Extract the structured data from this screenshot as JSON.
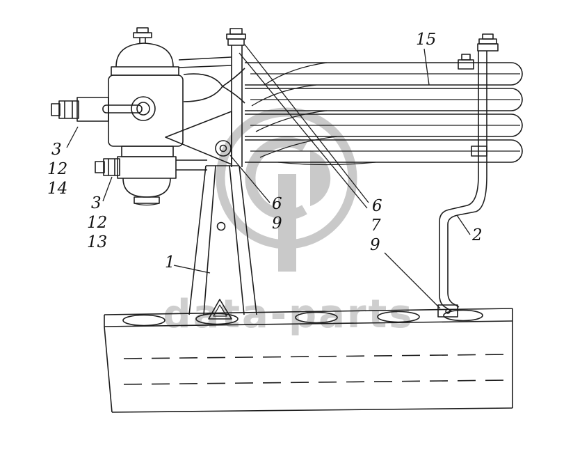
{
  "watermark": {
    "text": "data-parts"
  },
  "callouts": {
    "top_right": "15",
    "left_upper": [
      "3",
      "12",
      "14"
    ],
    "left_lower": [
      "3",
      "12",
      "13"
    ],
    "center": [
      "6",
      "9"
    ],
    "mid_right": [
      "6",
      "7",
      "9"
    ],
    "pipe_right": "2",
    "bracket": "1"
  },
  "colors": {
    "line": "#1c1c1c",
    "watermark": "#c9c9c9",
    "background": "#ffffff"
  }
}
